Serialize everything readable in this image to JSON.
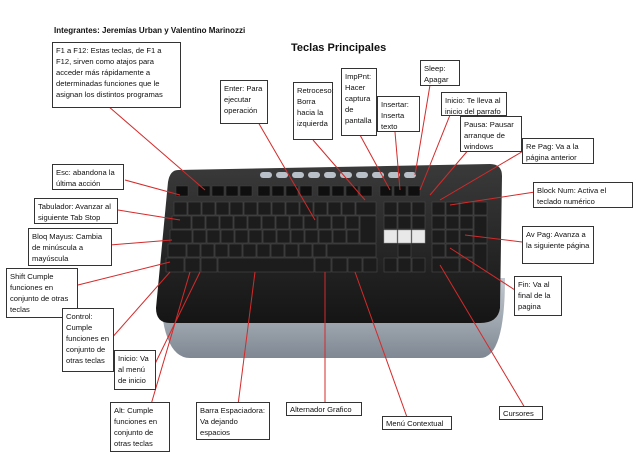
{
  "header": {
    "authors": "Integrantes: Jeremías Urban y Valentino Marinozzi",
    "title": "Teclas Principales"
  },
  "labels": {
    "f1_f12": "F1 a F12: Estas teclas, de F1 a F12, sirven como atajos para acceder más rápidamente a determinadas funciones que le asignan los distintos programas",
    "enter": "Enter: Para ejecutar operación",
    "retroceso": "Retroceso: Borra hacia la izquierda",
    "imp_pnt": "ImpPnt: Hacer captura de pantalla",
    "insertar": "Insertar: Inserta texto",
    "sleep": "Sleep: Apagar",
    "inicio_parrafo": "Inicio: Te lleva al inicio del parrafo",
    "pausa": "Pausa: Pausar arranque de windows",
    "re_pag": "Re Pag: Va a la página anterior",
    "esc": "Esc: abandona la última acción",
    "block_num": "Block Num: Activa el teclado numérico",
    "tabulador": "Tabulador: Avanzar al siguiente Tab Stop",
    "bloq_mayus": "Bloq Mayus: Cambia de minúscula a mayúscula",
    "av_pag": "Av Pag: Avanza a la siguiente página",
    "shift": "Shift Cumple funciones en conjunto de otras teclas",
    "fin": "Fin: Va al final de la pagina",
    "control": "Control: Cumple funciones en conjunto de otras teclas",
    "inicio_menu": "Inicio: Va al menú de inicio",
    "alt": "Alt: Cumple funciones en conjunto de otras teclas",
    "barra": "Barra Espaciadora: Va dejando espacios",
    "alternador": "Alternador Grafico",
    "menu_contextual": "Menú Contextual",
    "cursores": "Cursores"
  },
  "colors": {
    "arrow": "#d42a2a",
    "keyboard_body": "#2a2a2a",
    "palmrest": "#9aa3ad",
    "key": "#1c1c1c"
  }
}
